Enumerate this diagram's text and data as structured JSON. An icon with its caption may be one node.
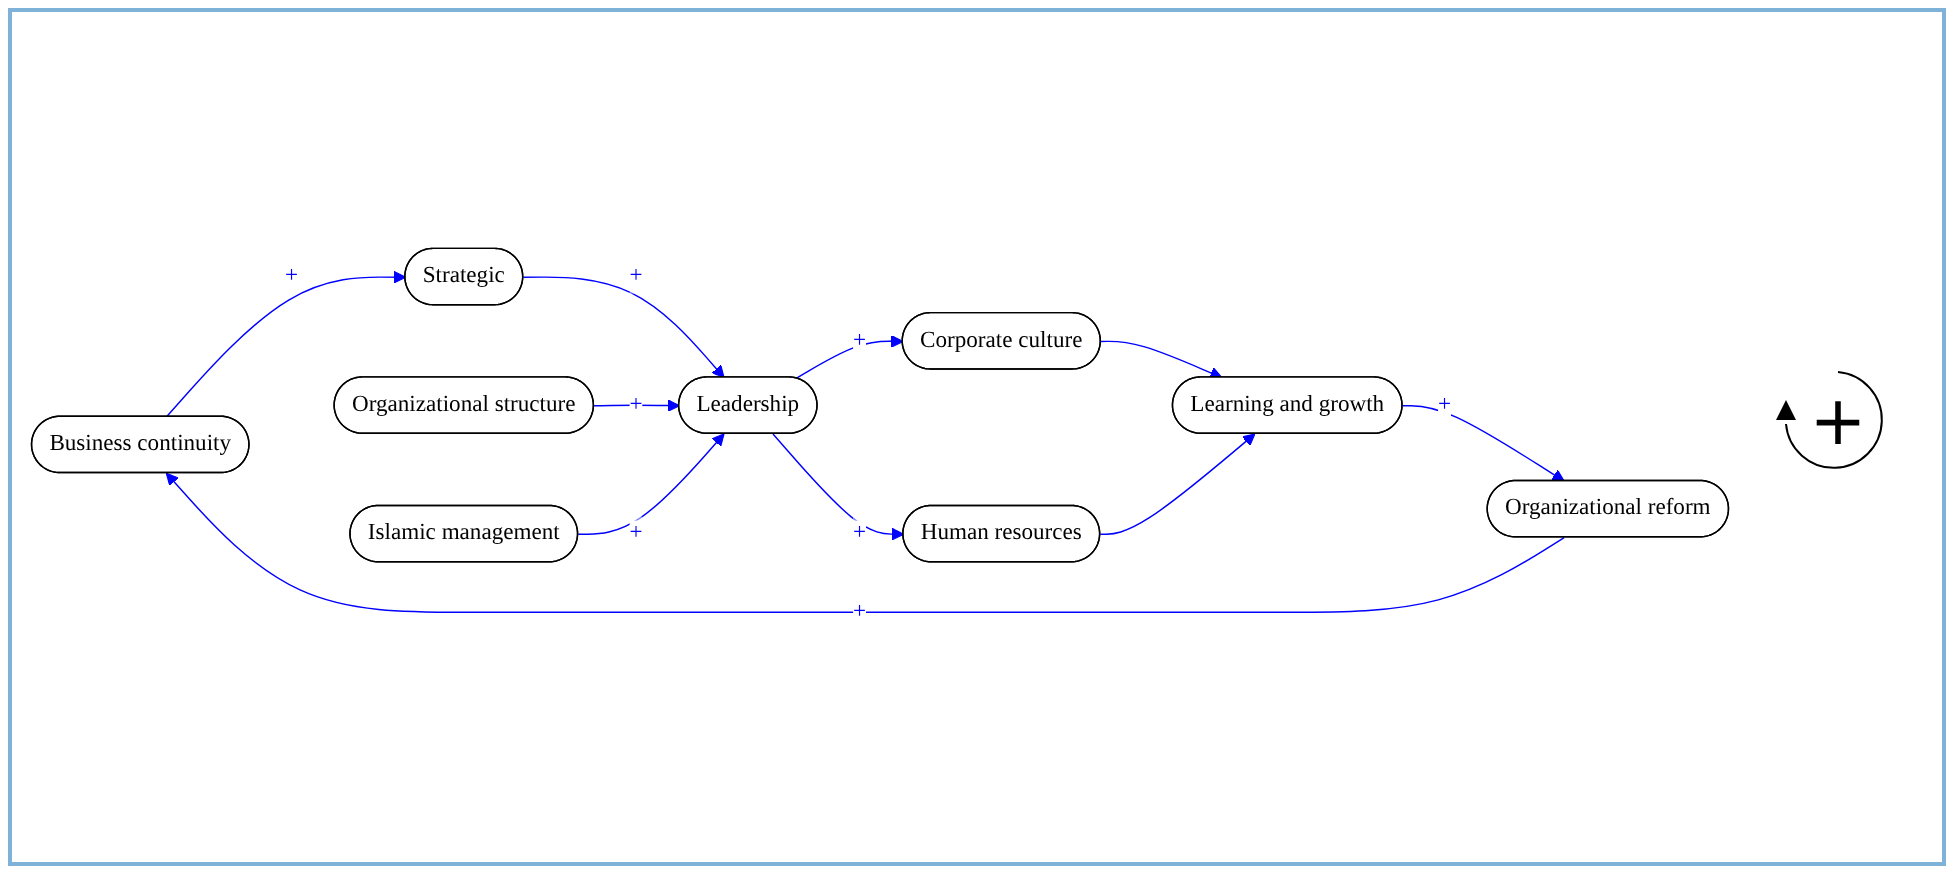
{
  "diagram": {
    "nodes": [
      {
        "text": [
          "Business continuity"
        ]
      },
      {
        "text": [
          "Strategic"
        ]
      },
      {
        "text": [
          "Organizational reform"
        ]
      },
      {
        "text": [
          "Organizational structure"
        ]
      },
      {
        "text": [
          "Learning and growth"
        ]
      },
      {
        "text": [
          "Leadership"
        ]
      },
      {
        "text": [
          "Islamic management"
        ]
      },
      {
        "text": [
          "Corporate culture"
        ]
      },
      {
        "text": [
          "Human resources"
        ]
      }
    ],
    "edges": [
      {
        "from": 0,
        "to": 1,
        "arrow": "to",
        "label": "+"
      },
      {
        "from": 1,
        "to": 5,
        "arrow": "to",
        "label": "+"
      },
      {
        "from": 3,
        "to": 5,
        "arrow": "to",
        "label": "+"
      },
      {
        "from": 6,
        "to": 5,
        "arrow": "to",
        "label": "+"
      },
      {
        "from": 5,
        "to": 7,
        "arrow": "to",
        "label": "+"
      },
      {
        "from": 5,
        "to": 8,
        "arrow": "to",
        "label": "+"
      },
      {
        "from": 7,
        "to": 4,
        "arrow": "to"
      },
      {
        "from": 8,
        "to": 4,
        "arrow": "to"
      },
      {
        "from": 4,
        "to": 2,
        "arrow": "to",
        "label": "+"
      },
      {
        "from": 2,
        "to": 0,
        "arrow": "to",
        "label": "+"
      }
    ],
    "labels": [
      "+"
    ]
  }
}
